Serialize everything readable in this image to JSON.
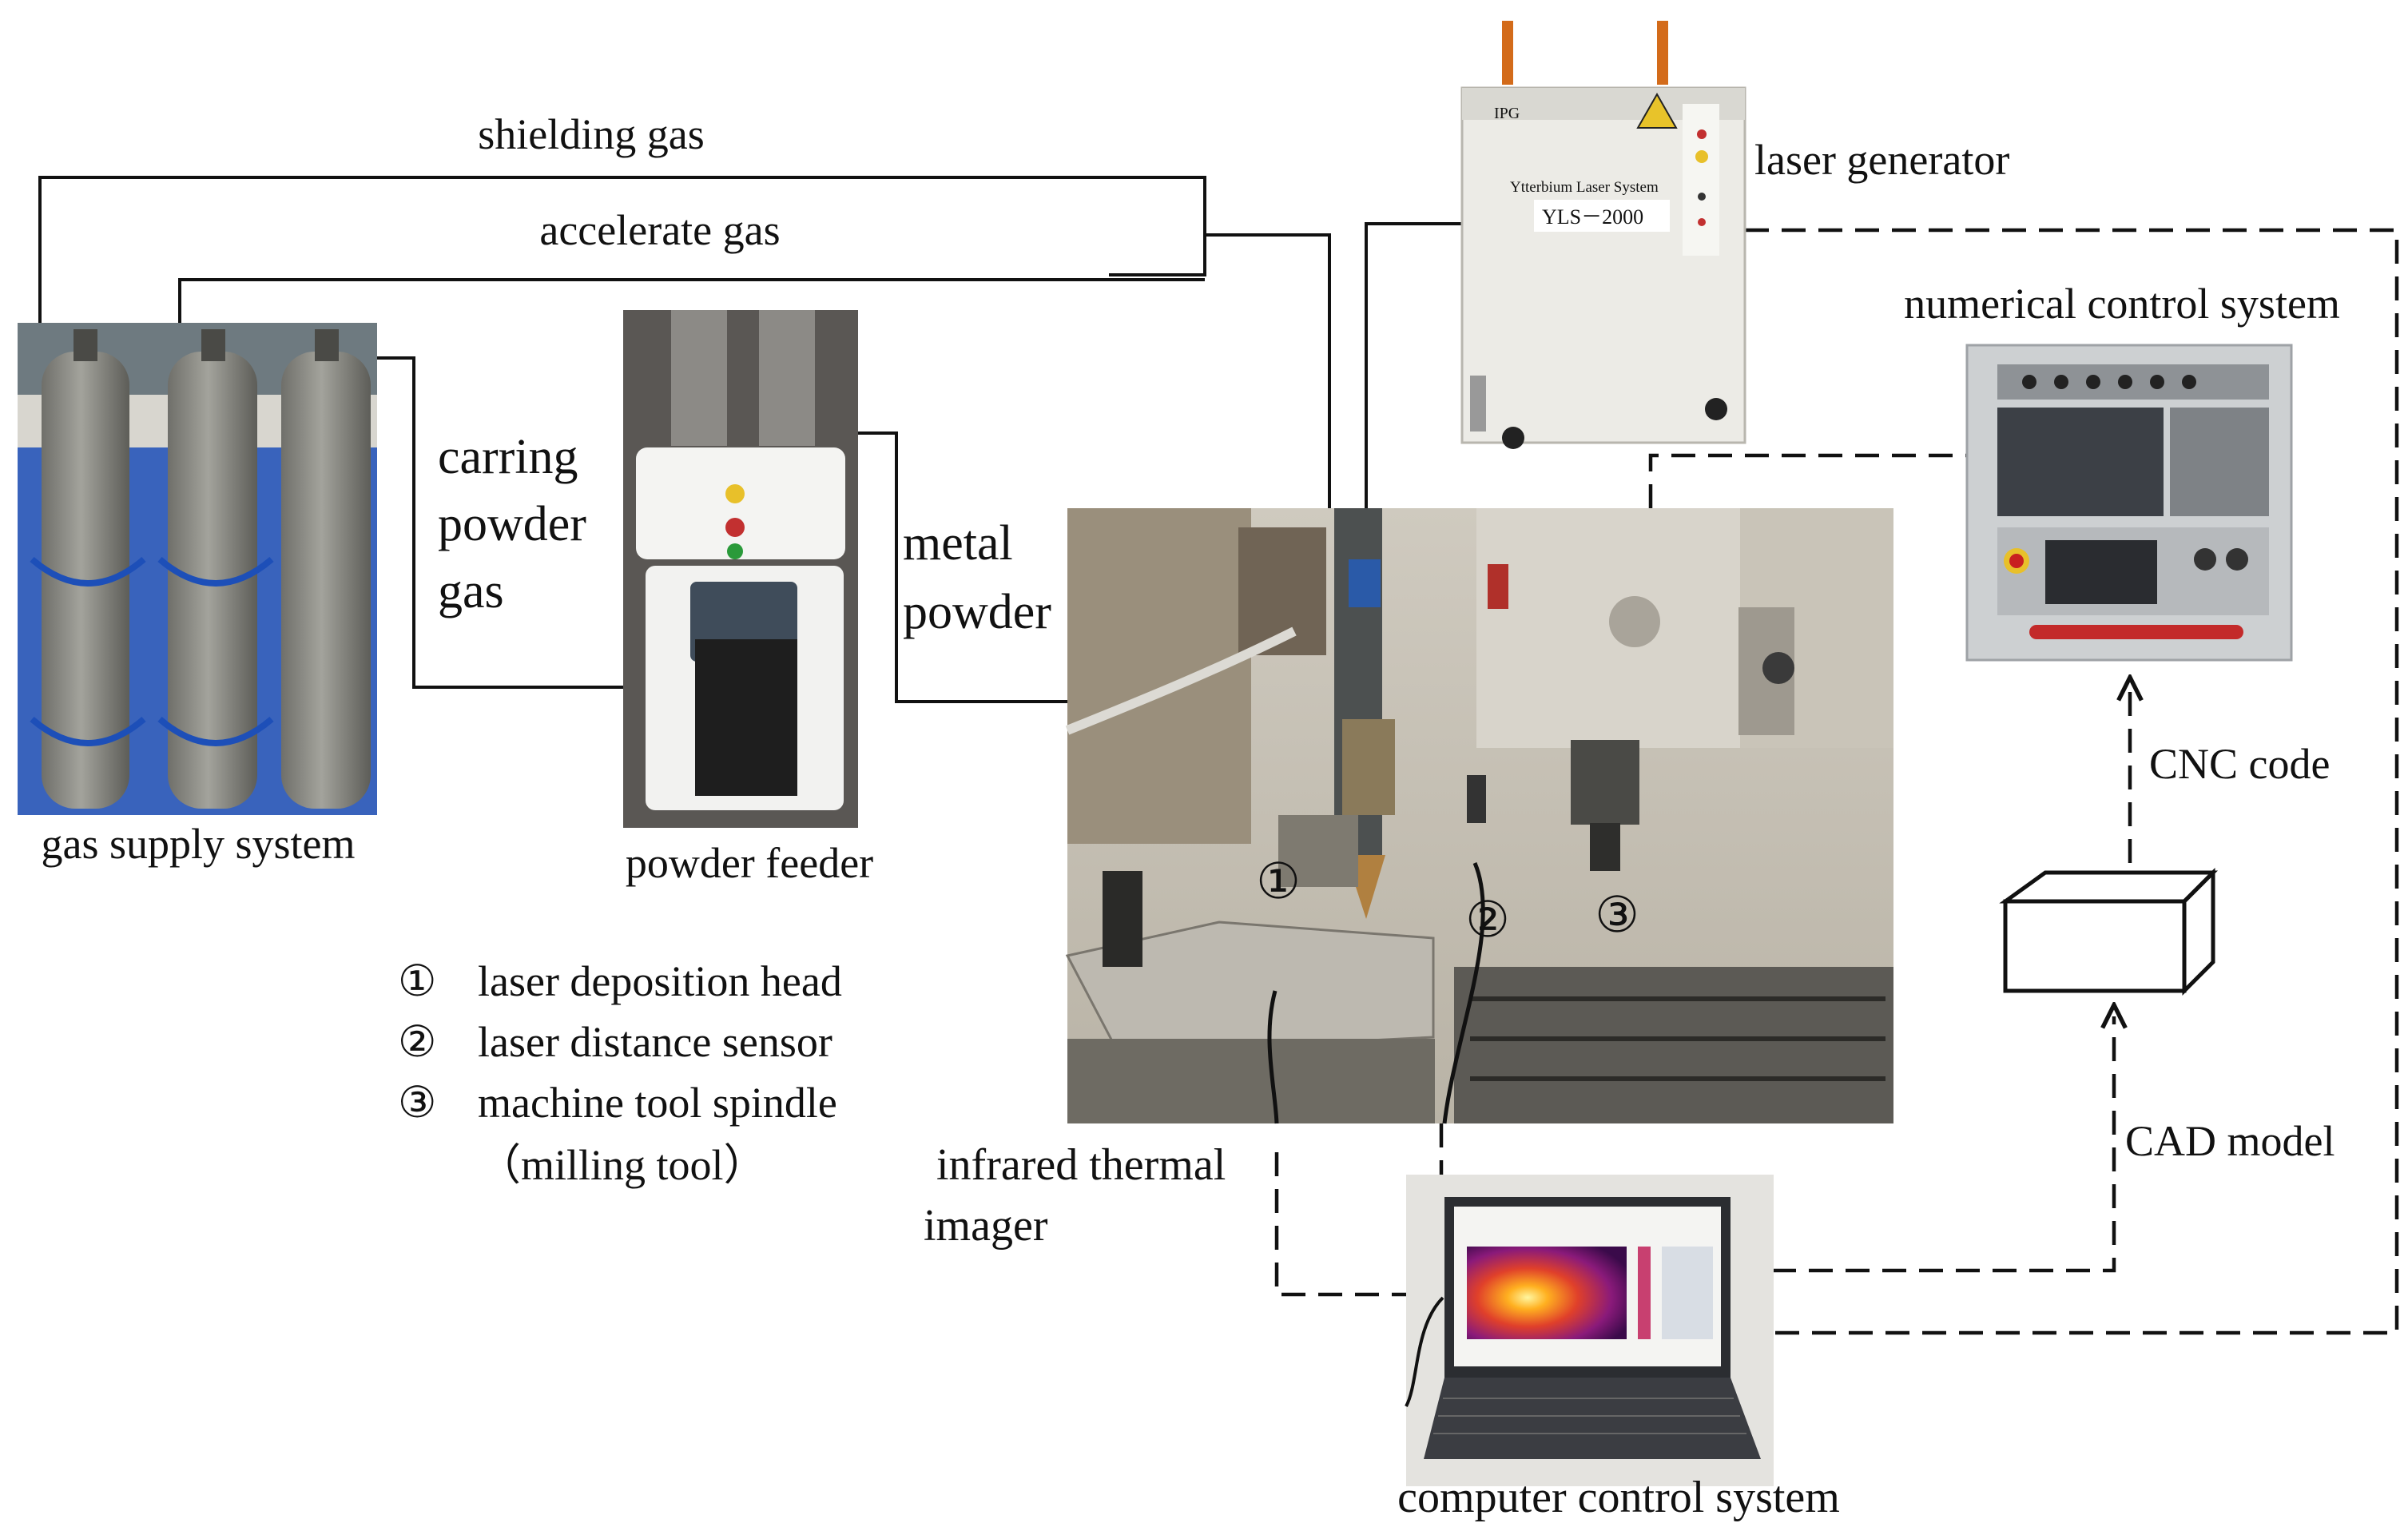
{
  "labels": {
    "shielding_gas": "shielding gas",
    "accelerate_gas": "accelerate gas",
    "carring_powder_gas": [
      "carring",
      "powder",
      "gas"
    ],
    "metal_powder": [
      "metal",
      "powder"
    ],
    "laser_generator": "laser generator",
    "numerical_control_system": "numerical control system",
    "gas_supply_system": "gas supply system",
    "powder_feeder": "powder feeder",
    "cnc_code": "CNC code",
    "cad_model": "CAD model",
    "infrared_thermal_imager": [
      "infrared thermal",
      "imager"
    ],
    "computer_control_system": "computer control system"
  },
  "legend": [
    {
      "marker": "①",
      "text": "laser deposition head"
    },
    {
      "marker": "②",
      "text": "laser distance sensor"
    },
    {
      "marker": "③",
      "text": "machine tool spindle"
    },
    {
      "marker": "",
      "text": "（milling tool）"
    }
  ],
  "photo_markers": {
    "one": "①",
    "two": "②",
    "three": "③"
  },
  "device_text": {
    "laser_brand": "IPG",
    "laser_system": "Ytterbium Laser System",
    "laser_model": "YLS－2000"
  },
  "colors": {
    "line": "#111111",
    "marker_red": "#e02020",
    "cylinder": "#8a8a85",
    "rack_blue": "#1d4fb8"
  }
}
